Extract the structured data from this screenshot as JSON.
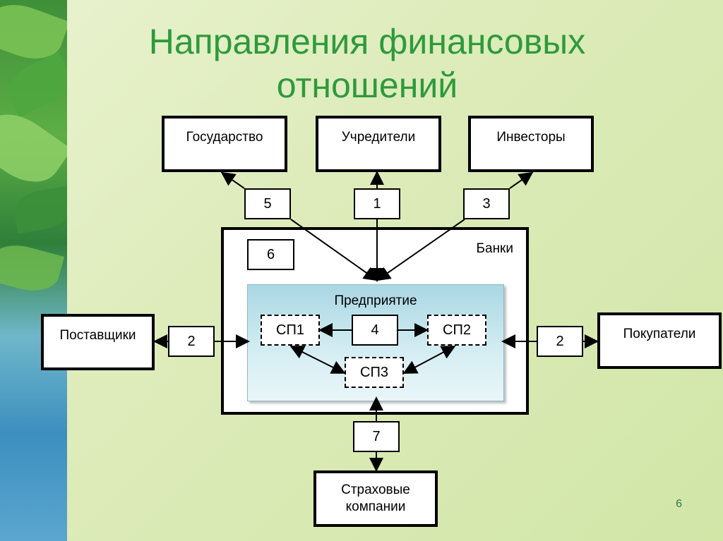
{
  "slide": {
    "title_line1": "Направления финансовых",
    "title_line2": "отношений",
    "page_number": "6"
  },
  "parties": {
    "state": "Государство",
    "founders": "Учредители",
    "investors": "Инвесторы",
    "banks": "Банки",
    "suppliers": "Поставщики",
    "buyers": "Покупатели",
    "insurance_line1": "Страховые",
    "insurance_line2": "компании"
  },
  "enterprise": {
    "label": "Предприятие",
    "sp1": "СП1",
    "sp2": "СП2",
    "sp3": "СП3"
  },
  "relations": {
    "r5": "5",
    "r1": "1",
    "r3": "3",
    "r6": "6",
    "r2_left": "2",
    "r2_right": "2",
    "r4": "4",
    "r7": "7"
  },
  "colors": {
    "title": "#2e9a3c",
    "background": "#dcebb8",
    "enterprise_fill": "#c4e6ee"
  }
}
